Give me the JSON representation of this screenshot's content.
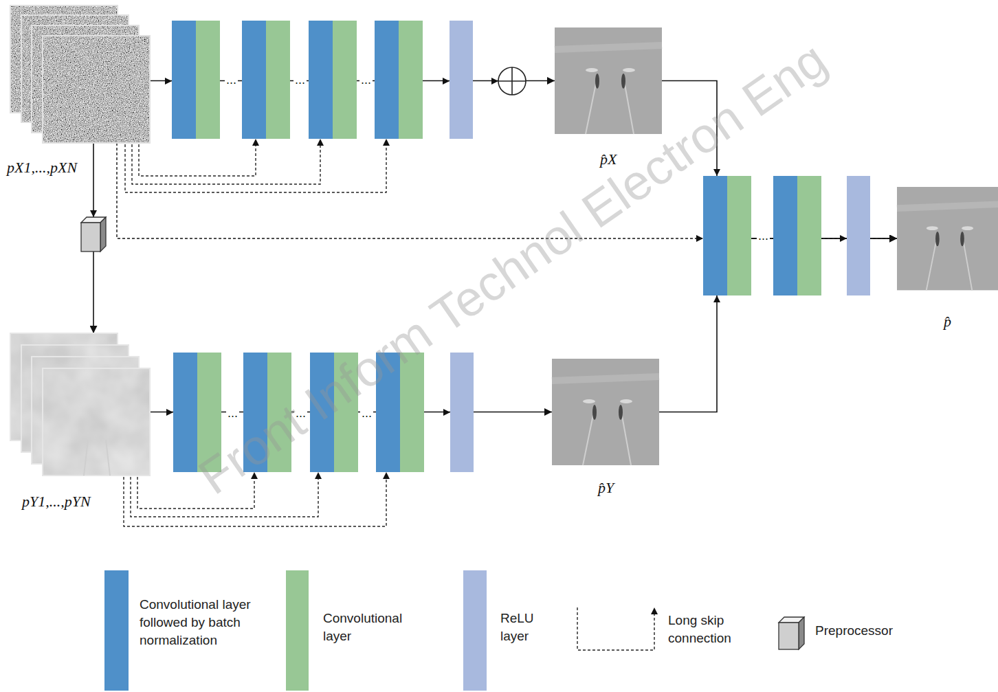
{
  "diagram": {
    "nodes": [
      {
        "text": [
          "pX1,...,pXN"
        ]
      },
      {
        "text": [
          "p̂X"
        ]
      },
      {
        "text": [
          "pY1,...,pYN"
        ]
      },
      {
        "text": [
          "p̂Y"
        ]
      },
      {
        "text": [
          "p̂"
        ]
      }
    ],
    "edges": [
      {
        "from": 0,
        "to": 1,
        "arrow": "to"
      },
      {
        "from": 0,
        "to": 2,
        "arrow": "to"
      },
      {
        "from": 2,
        "to": 3,
        "arrow": "to"
      },
      {
        "from": 1,
        "to": 4,
        "arrow": "to"
      },
      {
        "from": 3,
        "to": 4,
        "arrow": "to"
      },
      {
        "from": 0,
        "to": 4,
        "arrow": "to"
      }
    ],
    "labels": [
      "...",
      "...",
      "...",
      "...",
      "...",
      "...",
      "...",
      "Front Inform Technol Electron Eng"
    ],
    "legend": [
      {
        "text": "Convolutional layer followed by batch normalization",
        "color": "#4f90c9"
      },
      {
        "text": "Convolutional layer",
        "color": "#98c795"
      },
      {
        "text": "ReLU layer",
        "color": "#a8b9de"
      },
      {
        "text": "Long skip connection"
      },
      {
        "text": "Preprocessor"
      }
    ]
  }
}
